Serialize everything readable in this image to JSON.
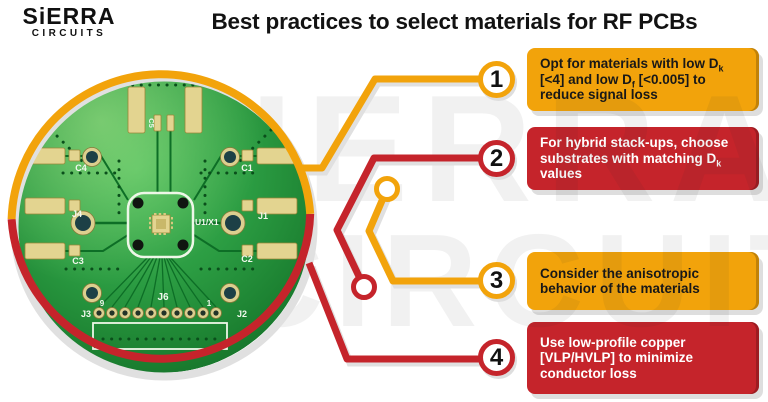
{
  "header": {
    "logo_line1": "SiERRA",
    "logo_line2": "CIRCUITS",
    "title": "Best practices to select materials for RF PCBs"
  },
  "watermark": {
    "line1": "SIERRA",
    "line2": "CIRCUITS"
  },
  "colors": {
    "yellow": "#F2A30B",
    "red": "#C5242B",
    "text_dark": "#151515",
    "pcb_green": "#2B9C42",
    "shadow_gray": "#DEDEDE"
  },
  "callouts": [
    {
      "number": "1",
      "color": "yellow",
      "segments": [
        {
          "t": "Opt for materials with low D"
        },
        {
          "t": "k",
          "sub": true
        },
        {
          "t": " [<4] and low D"
        },
        {
          "t": "f",
          "sub": true
        },
        {
          "t": " [<0.005] to reduce signal loss"
        }
      ]
    },
    {
      "number": "2",
      "color": "red",
      "segments": [
        {
          "t": "For hybrid stack-ups, choose substrates with matching D"
        },
        {
          "t": "k",
          "sub": true
        },
        {
          "t": " values"
        }
      ]
    },
    {
      "number": "3",
      "color": "yellow",
      "segments": [
        {
          "t": "Consider the anisotropic behavior of the materials"
        }
      ]
    },
    {
      "number": "4",
      "color": "red",
      "segments": [
        {
          "t": "Use low-profile copper [VLP/HVLP] to minimize conductor loss"
        }
      ]
    }
  ],
  "pcb": {
    "labels": {
      "c4": "C4",
      "j4": "J4",
      "c3": "C3",
      "j3": "J3",
      "c5": "C5",
      "c1": "C1",
      "j1": "J1",
      "c2": "C2",
      "j2": "J2",
      "j6": "J6",
      "u1": "U1/X1",
      "pin9": "9",
      "pin1": "1"
    }
  }
}
